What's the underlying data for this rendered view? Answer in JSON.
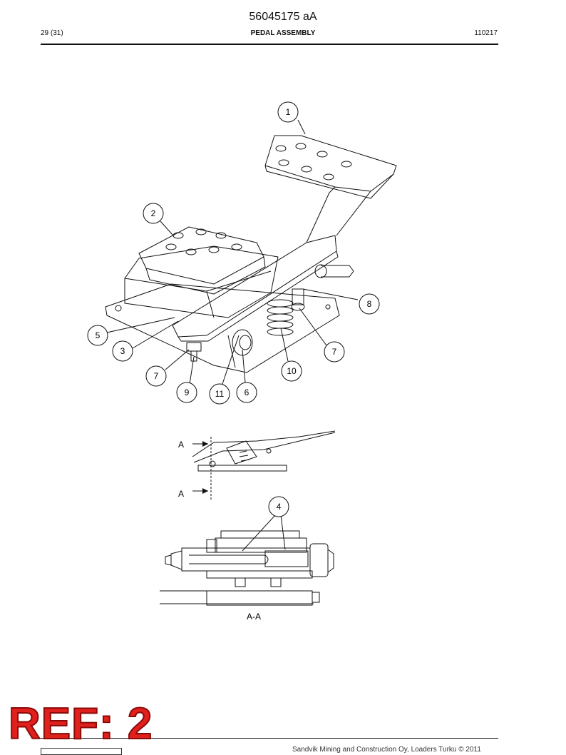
{
  "header": {
    "doc_number": "56045175 aA",
    "page_count": "29 (31)",
    "title": "PEDAL ASSEMBLY",
    "date": "110217"
  },
  "drawing": {
    "callouts": [
      "1",
      "2",
      "3",
      "4",
      "5",
      "6",
      "7",
      "7",
      "8",
      "9",
      "10",
      "11"
    ],
    "section_marks": [
      "A",
      "A"
    ],
    "section_label": "A-A"
  },
  "stamp": {
    "text": "REF: 2",
    "color": "#e0201c"
  },
  "footer": {
    "copyright": "Sandvik Mining and Construction Oy, Loaders Turku © 2011"
  }
}
